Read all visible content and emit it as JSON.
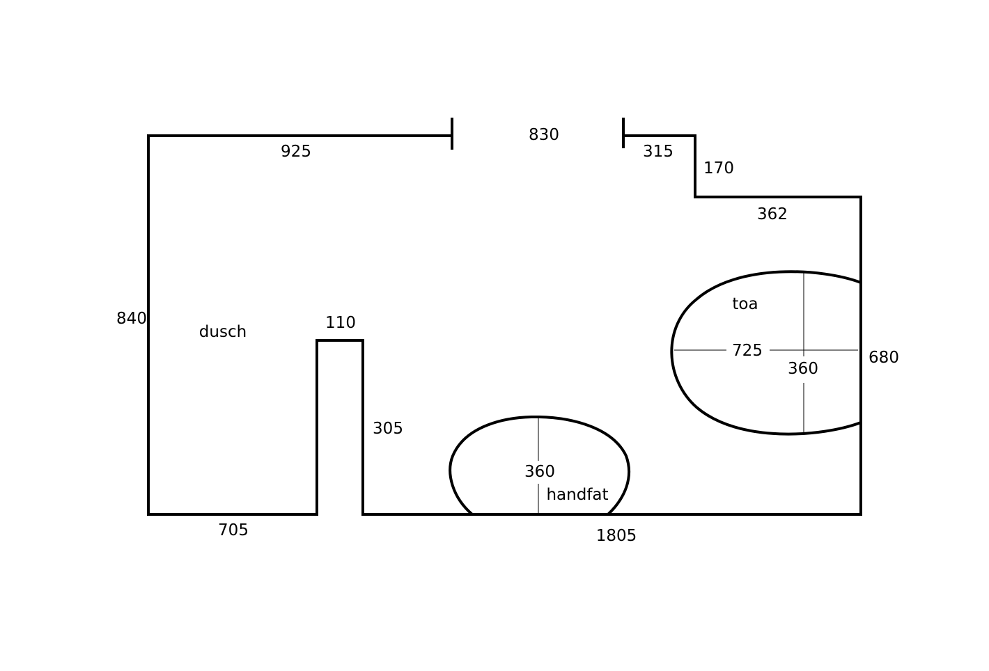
{
  "dimensions": {
    "top_left_wall": "925",
    "door_opening": "830",
    "top_right_wall": "315",
    "step_vertical": "170",
    "step_horizontal": "362",
    "left_wall": "840",
    "right_wall": "680",
    "bottom_left_wall": "705",
    "bottom_right_wall": "1805",
    "partition_width": "110",
    "partition_height": "305"
  },
  "rooms": {
    "shower": "dusch"
  },
  "fixtures": {
    "toilet": {
      "label": "toa",
      "length": "725",
      "width": "360"
    },
    "sink": {
      "label": "handfat",
      "depth": "360"
    }
  }
}
